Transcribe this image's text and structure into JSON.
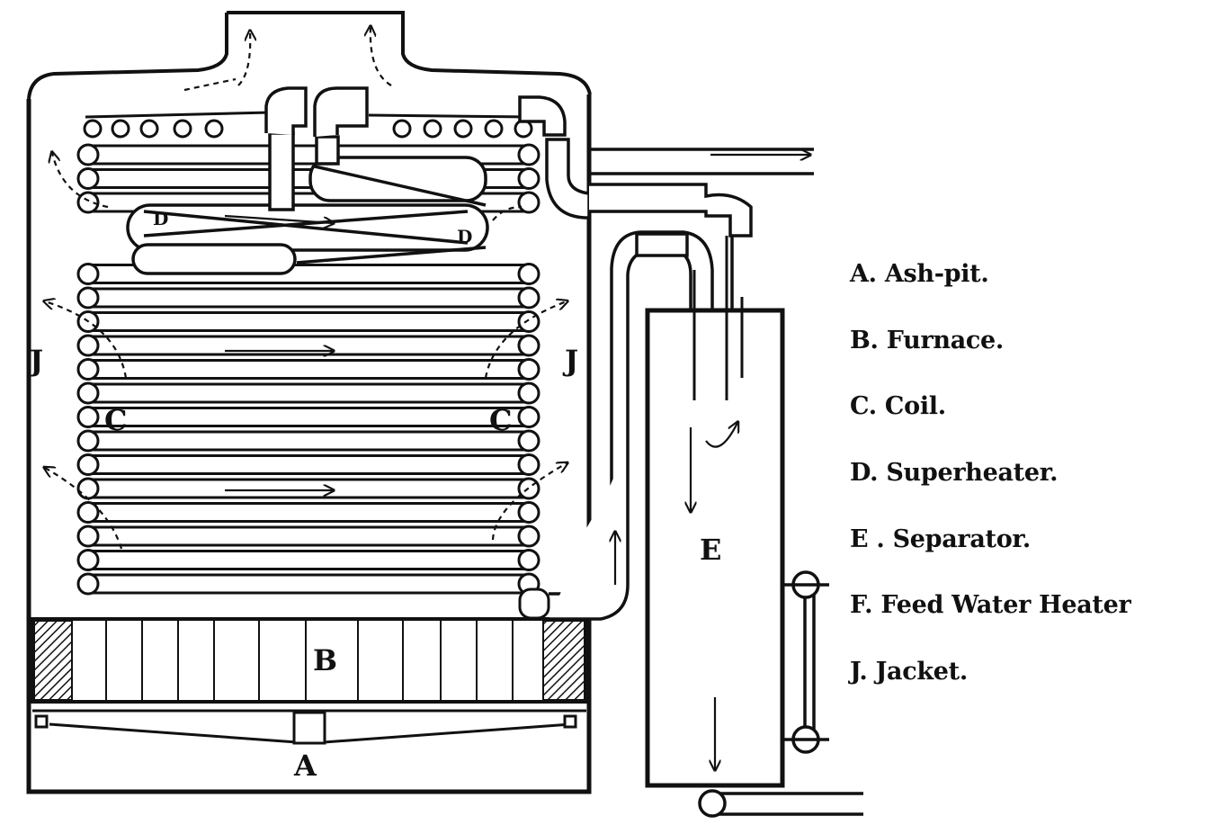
{
  "diagram": {
    "labels": {
      "A": "A",
      "B": "B",
      "C": "C",
      "D": "D",
      "E": "E",
      "J": "J"
    }
  },
  "legend": [
    "A. Ash-pit.",
    "B. Furnace.",
    "C. Coil.",
    "D. Superheater.",
    "E . Separator.",
    "F. Feed Water Heater",
    "J. Jacket."
  ]
}
